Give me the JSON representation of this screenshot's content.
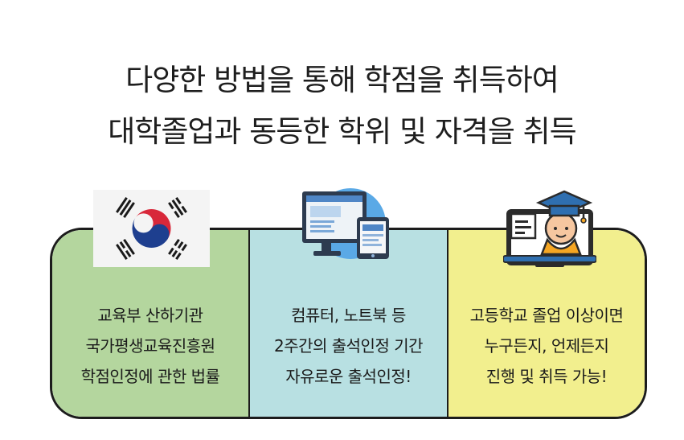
{
  "headline": {
    "line1": "다양한 방법을 통해 학점을 취득하여",
    "line2": "대학졸업과 동등한 학위 및 자격을 취득"
  },
  "panels": [
    {
      "icon": "korean-flag-icon",
      "color": "#b4d69e",
      "lines": [
        "교육부 산하기관",
        "국가평생교육진흥원",
        "학점인정에 관한 법률"
      ]
    },
    {
      "icon": "computer-monitor-icon",
      "color": "#b8e0e2",
      "lines": [
        "컴퓨터, 노트북 등",
        "2주간의 출석인정 기간",
        "자유로운 출석인정!"
      ]
    },
    {
      "icon": "graduate-laptop-icon",
      "color": "#f2ef8e",
      "lines": [
        "고등학교 졸업 이상이면",
        "누구든지, 언제든지",
        "진행 및 취득 가능!"
      ]
    }
  ]
}
